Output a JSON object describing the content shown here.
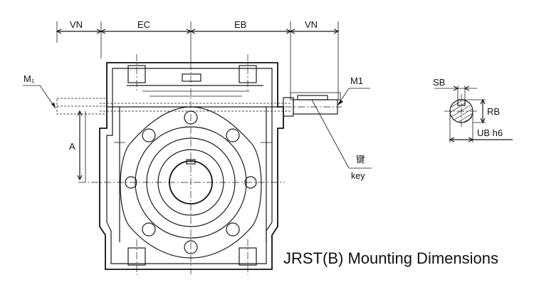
{
  "labels": {
    "vn_left": "VN",
    "ec": "EC",
    "eb": "EB",
    "vn_right": "VN",
    "m1_left": "M₁",
    "m1_right": "M1",
    "a": "A",
    "key_cn": "键",
    "key_en": "key",
    "sb": "SB",
    "rb": "RB",
    "ub": "UB h6"
  },
  "title": "JRST(B) Mounting Dimensions"
}
